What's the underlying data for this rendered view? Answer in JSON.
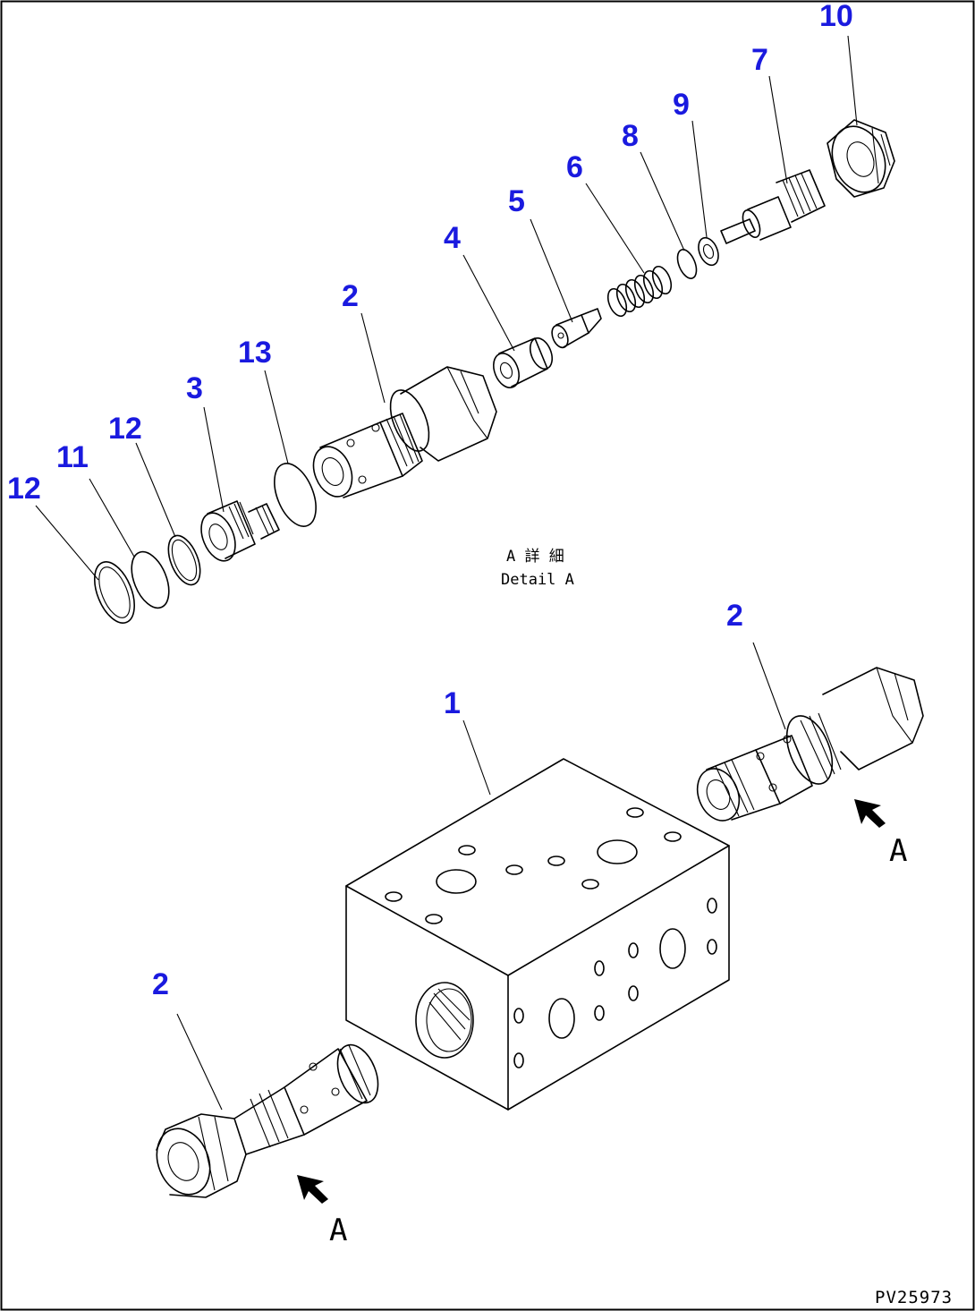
{
  "drawing_number": "PV25973",
  "detail_note": {
    "jp": "A 詳 細",
    "en": "Detail A"
  },
  "view_marks": {
    "right": "A",
    "left": "A"
  },
  "callouts": {
    "c10": "10",
    "c7": "7",
    "c9": "9",
    "c8": "8",
    "c6": "6",
    "c5": "5",
    "c4": "4",
    "c2_detail": "2",
    "c13": "13",
    "c3": "3",
    "c12_inner": "12",
    "c11": "11",
    "c12_outer": "12",
    "c2_right": "2",
    "c1": "1",
    "c2_left": "2"
  },
  "colors": {
    "callout": "#1a1adf",
    "line": "#000000",
    "background": "#ffffff"
  }
}
